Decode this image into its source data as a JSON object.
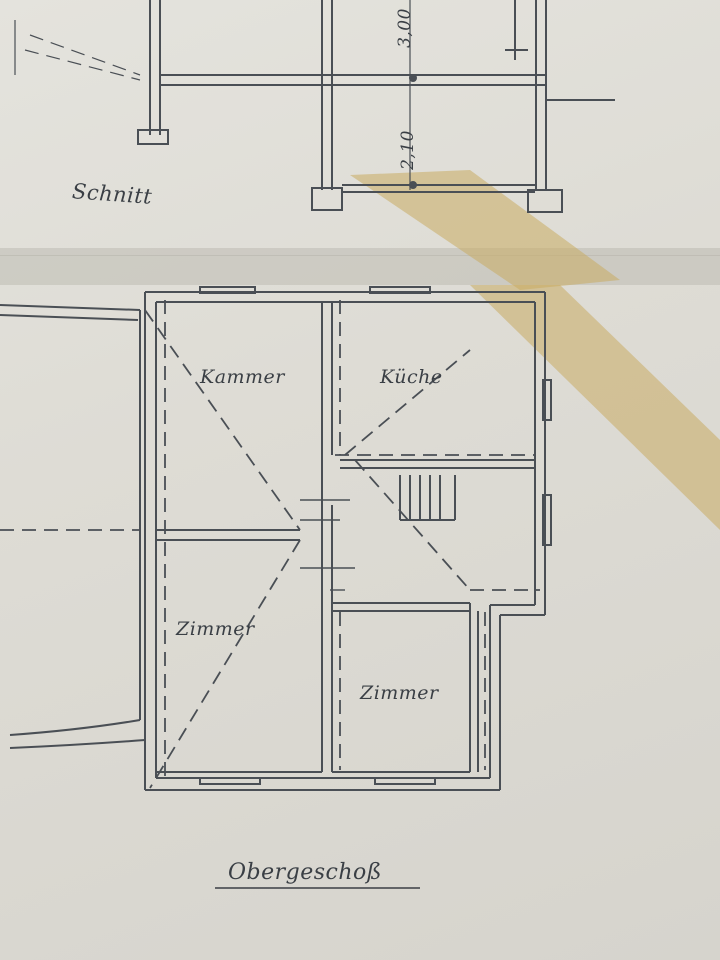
{
  "section": {
    "label": "Schnitt",
    "dim_upper": "3,00",
    "dim_lower": "2,10"
  },
  "floor": {
    "title": "Obergeschoß",
    "rooms": [
      "Kammer",
      "Küche",
      "Zimmer",
      "Zimmer"
    ]
  },
  "colors": {
    "paper": "#dedcd5",
    "ink": "#3a3f45",
    "tape": "#c9ab62"
  }
}
